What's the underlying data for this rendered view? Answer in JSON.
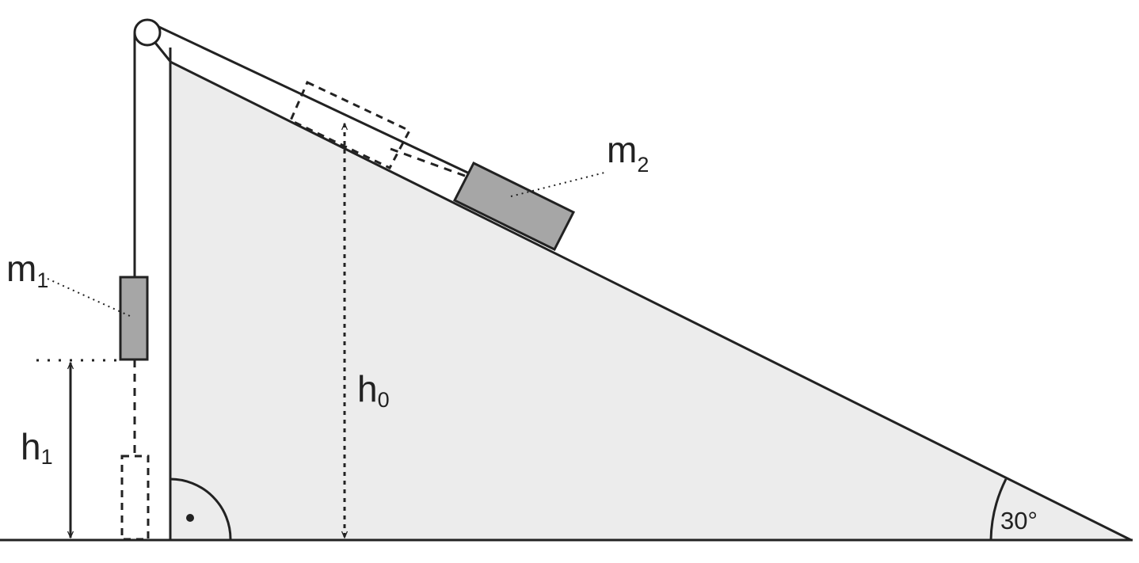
{
  "colors": {
    "stroke": "#222222",
    "incline_fill": "#ececec",
    "mass_fill": "#a6a6a6",
    "background": "#ffffff"
  },
  "labels": {
    "m1": {
      "main": "m",
      "sub": "1"
    },
    "m2": {
      "main": "m",
      "sub": "2"
    },
    "h1": {
      "main": "h",
      "sub": "1"
    },
    "h0": {
      "main": "h",
      "sub": "0"
    },
    "angle": "30°"
  }
}
